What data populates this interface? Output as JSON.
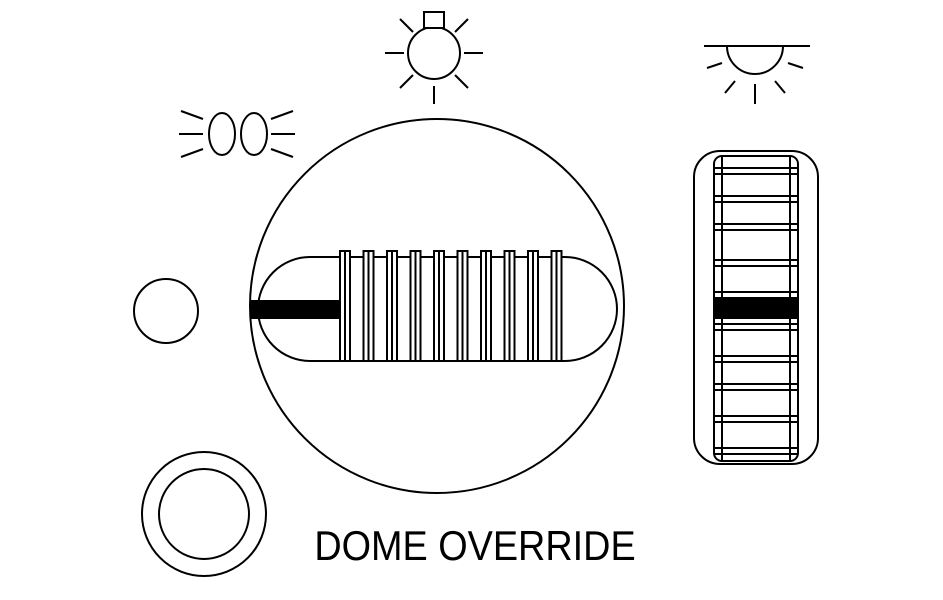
{
  "label": "DOME OVERRIDE",
  "colors": {
    "ink": "#000000",
    "paper": "#ffffff"
  },
  "icons": {
    "parking_lamps": "parking-lamps-icon",
    "headlamp": "headlamp-icon",
    "interior_dimmer": "interior-dimmer-icon"
  },
  "controls": {
    "headlamp_knob": "rotary-knob",
    "dimmer_wheel": "thumbwheel",
    "small_button": "round-button",
    "dome_override_button": "round-button"
  }
}
